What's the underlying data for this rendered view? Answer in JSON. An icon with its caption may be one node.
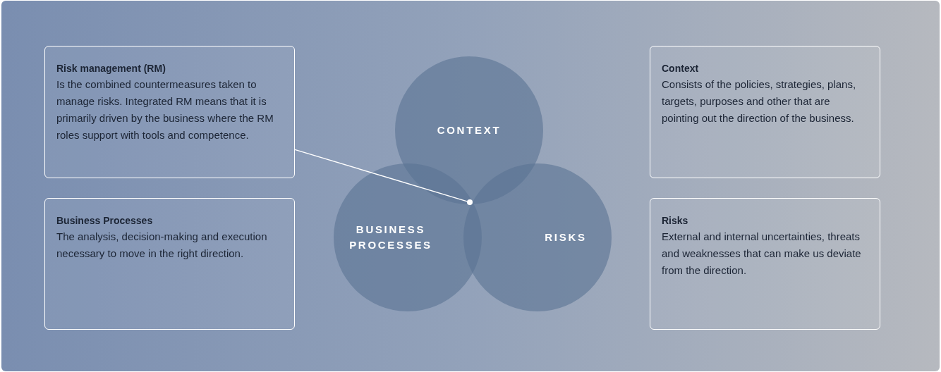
{
  "diagram": {
    "nodes": [
      {
        "text": [
          "Risk management (RM)",
          "Is the combined countermeasures taken to manage risks. Integrated RM means that it is primarily driven by the business where the RM roles support with tools and competence."
        ]
      },
      {
        "text": [
          "Business Processes",
          "The analysis, decision-making and execution necessary to move in the right direction."
        ]
      },
      {
        "text": [
          "Context",
          "Consists of the policies, strategies, plans, targets, purposes and other that are pointing out the direction of the business."
        ]
      },
      {
        "text": [
          "Risks",
          "External and internal uncertainties, threats and weaknesses that can make us deviate from the direction."
        ]
      },
      {
        "text": [
          "CONTEXT"
        ]
      },
      {
        "text": [
          "BUSINESS PROCESSES"
        ]
      },
      {
        "text": [
          "RISKS"
        ]
      },
      {
        "text": [],
        "shape": "circle"
      }
    ],
    "edges": [
      {
        "from": 0,
        "to": 7,
        "arrow": "none"
      }
    ]
  }
}
